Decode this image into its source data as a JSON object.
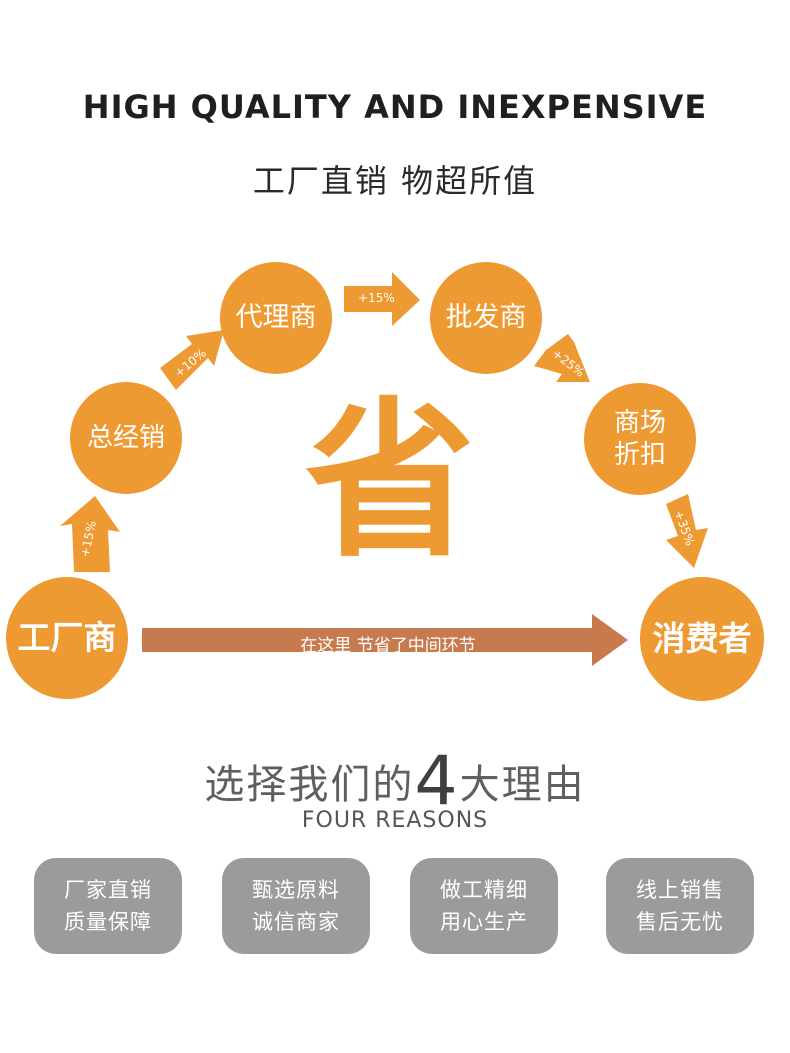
{
  "header": {
    "title": "HIGH QUALITY AND INEXPENSIVE",
    "subtitle": "工厂直销  物超所值"
  },
  "flow": {
    "factory": "工厂商",
    "distributor": "总经销",
    "agent": "代理商",
    "wholesaler": "批发商",
    "mall_line1": "商场",
    "mall_line2": "折扣",
    "consumer": "消费者",
    "center_char": "省",
    "markup_1": "+15%",
    "markup_2": "+10%",
    "markup_3": "+15%",
    "markup_4": "+25%",
    "markup_5": "+35%",
    "direct_label": "在这里 节省了中间环节"
  },
  "reasons": {
    "title_before": "选择我们的",
    "title_number": "4",
    "title_after": "大理由",
    "subtitle": "FOUR REASONS",
    "cards": [
      {
        "line1": "厂家直销",
        "line2": "质量保障"
      },
      {
        "line1": "甄选原料",
        "line2": "诚信商家"
      },
      {
        "line1": "做工精细",
        "line2": "用心生产"
      },
      {
        "line1": "线上销售",
        "line2": "售后无忧"
      }
    ]
  },
  "colors": {
    "circle": "#ee9a33",
    "main_arrow": "#c87a4f",
    "card": "#9b9b9b"
  }
}
